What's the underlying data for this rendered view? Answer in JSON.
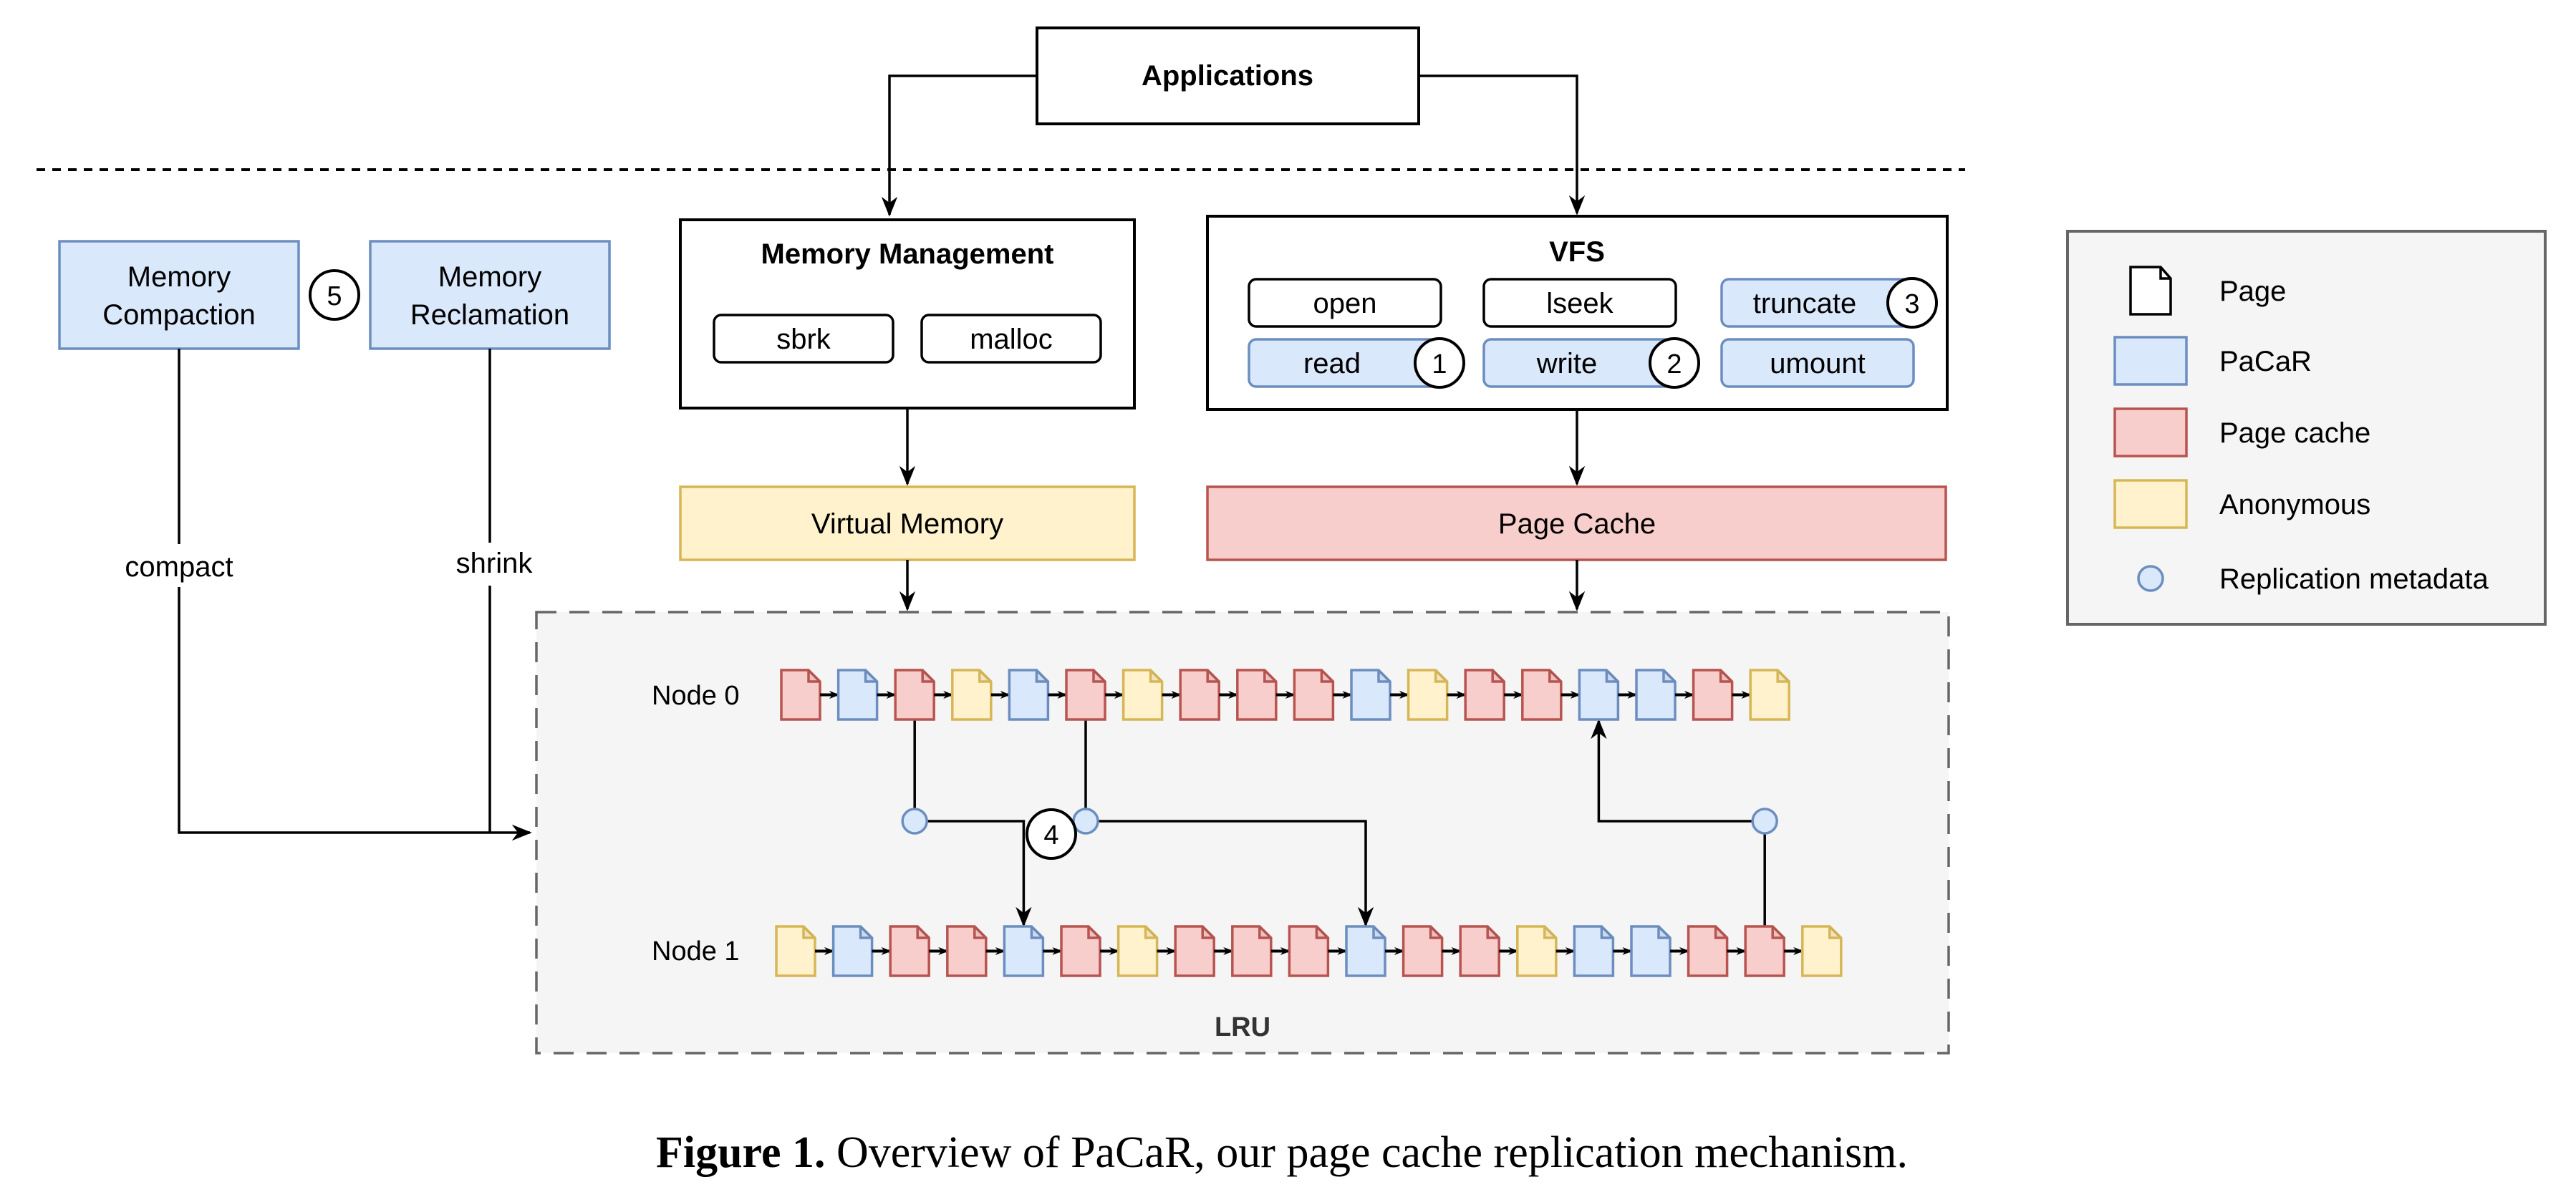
{
  "diagram": {
    "applications": "Applications",
    "memory_management": {
      "title": "Memory Management",
      "calls": [
        "sbrk",
        "malloc"
      ]
    },
    "vfs": {
      "title": "VFS",
      "calls": [
        {
          "label": "open",
          "pacar": false,
          "step": null
        },
        {
          "label": "lseek",
          "pacar": false,
          "step": null
        },
        {
          "label": "truncate",
          "pacar": true,
          "step": "3"
        },
        {
          "label": "read",
          "pacar": true,
          "step": "1"
        },
        {
          "label": "write",
          "pacar": true,
          "step": "2"
        },
        {
          "label": "umount",
          "pacar": true,
          "step": null
        }
      ]
    },
    "memory_compaction": "Memory Compaction",
    "memory_compaction_lines": [
      "Memory",
      "Compaction"
    ],
    "memory_reclamation_lines": [
      "Memory",
      "Reclamation"
    ],
    "step5": "5",
    "step4": "4",
    "compact_label": "compact",
    "shrink_label": "shrink",
    "virtual_memory": "Virtual Memory",
    "page_cache": "Page Cache",
    "lru_label": "LRU",
    "nodes": [
      {
        "label": "Node 0",
        "pages": [
          "pagecache",
          "pacar",
          "pagecache",
          "anonymous",
          "pacar",
          "pagecache",
          "anonymous",
          "pagecache",
          "pagecache",
          "pagecache",
          "pacar",
          "anonymous",
          "pagecache",
          "pagecache",
          "pacar",
          "pacar",
          "pagecache",
          "anonymous"
        ]
      },
      {
        "label": "Node 1",
        "pages": [
          "anonymous",
          "pacar",
          "pagecache",
          "pagecache",
          "pacar",
          "pagecache",
          "anonymous",
          "pagecache",
          "pagecache",
          "pagecache",
          "pacar",
          "pagecache",
          "pagecache",
          "anonymous",
          "pacar",
          "pacar",
          "pagecache",
          "pagecache",
          "anonymous"
        ]
      }
    ],
    "replication_links": [
      {
        "from_node": 0,
        "from_page": 2,
        "to_node": 1,
        "to_page": 4
      },
      {
        "from_node": 0,
        "from_page": 5,
        "to_node": 1,
        "to_page": 10
      },
      {
        "from_node": 1,
        "from_page": 17,
        "to_node": 0,
        "to_page": 14
      }
    ]
  },
  "legend": {
    "items": [
      {
        "key": "page",
        "label": "Page"
      },
      {
        "key": "pacar",
        "label": "PaCaR"
      },
      {
        "key": "pagecache",
        "label": "Page cache"
      },
      {
        "key": "anonymous",
        "label": "Anonymous"
      },
      {
        "key": "metadata",
        "label": "Replication metadata"
      }
    ]
  },
  "colors": {
    "pacar": {
      "fill": "#dae8fc",
      "stroke": "#6c8ebf"
    },
    "pagecache": {
      "fill": "#f8cecc",
      "stroke": "#b85450"
    },
    "anonymous": {
      "fill": "#fff2cc",
      "stroke": "#d6b656"
    },
    "lru_bg": "#f5f5f5",
    "lru_border": "#666666"
  },
  "caption": {
    "label": "Figure 1.",
    "text": "Overview of PaCaR, our page cache replication mechanism."
  }
}
